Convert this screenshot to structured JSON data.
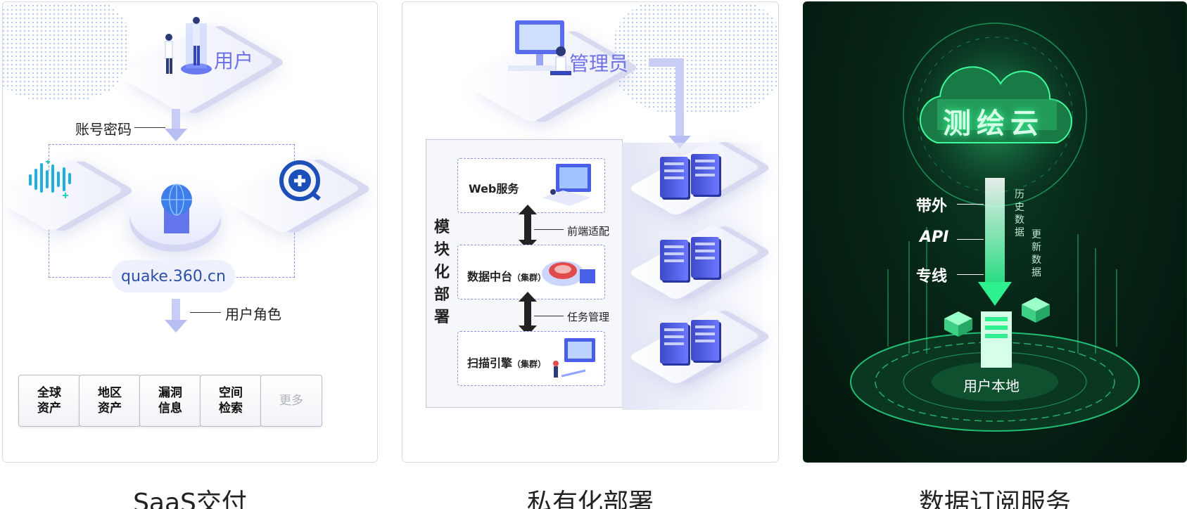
{
  "saas": {
    "user_label": "用户",
    "credential_label": "账号密码",
    "site_label": "quake.360.cn",
    "role_label": "用户角色",
    "modules": [
      {
        "label": "全球\n资产",
        "enabled": true
      },
      {
        "label": "地区\n资产",
        "enabled": true
      },
      {
        "label": "漏洞\n信息",
        "enabled": true
      },
      {
        "label": "空间\n检索",
        "enabled": true
      },
      {
        "label": "更多",
        "enabled": false
      }
    ],
    "caption": "SaaS交付"
  },
  "private": {
    "admin_label": "管理员",
    "vertical_label": "模\n块\n化\n部\n署",
    "web_service": "Web服务",
    "data_center": "数据中台",
    "data_center_note": "（集群）",
    "scanner": "扫描引擎",
    "scanner_note": "（集群）",
    "frontend_adapt": "前端适配",
    "task_manage": "任务管理",
    "caption": "私有化部署"
  },
  "subscription": {
    "cloud_label": "测绘云",
    "channels": [
      "带外",
      "API",
      "专线"
    ],
    "history_label": "历史数据",
    "update_label": "更新数据",
    "local_label": "用户本地",
    "caption": "数据订阅服务"
  },
  "colors": {
    "accent_purple": "#6f72e8",
    "site_blue": "#2c4fa8",
    "neon_green": "#22e08a",
    "dark_bg": "#062316"
  }
}
